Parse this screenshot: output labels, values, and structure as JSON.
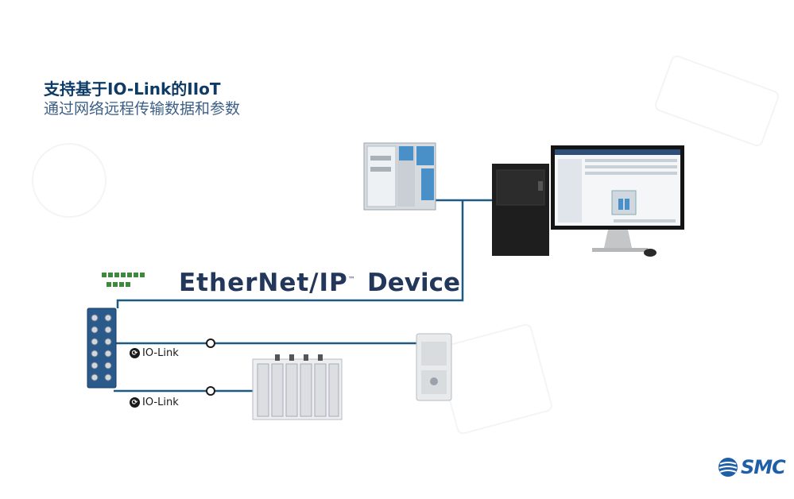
{
  "heading": {
    "title": "支持基于IO-Link的IIoT",
    "subtitle": "通过网络远程传输数据和参数"
  },
  "protocol": {
    "ethernet_ip": "EtherNet/IP",
    "ethernet_ip_tm": "™",
    "device": "Device"
  },
  "io_link": {
    "label_1": "IO-Link",
    "label_2": "IO-Link"
  },
  "brand": {
    "name": "SMC"
  },
  "colors": {
    "cable": "#1f5a83",
    "title": "#0d3b66",
    "brand": "#1f5fa8",
    "profinet_green": "#3a8a3a",
    "plc_blue": "#4a90c8"
  }
}
